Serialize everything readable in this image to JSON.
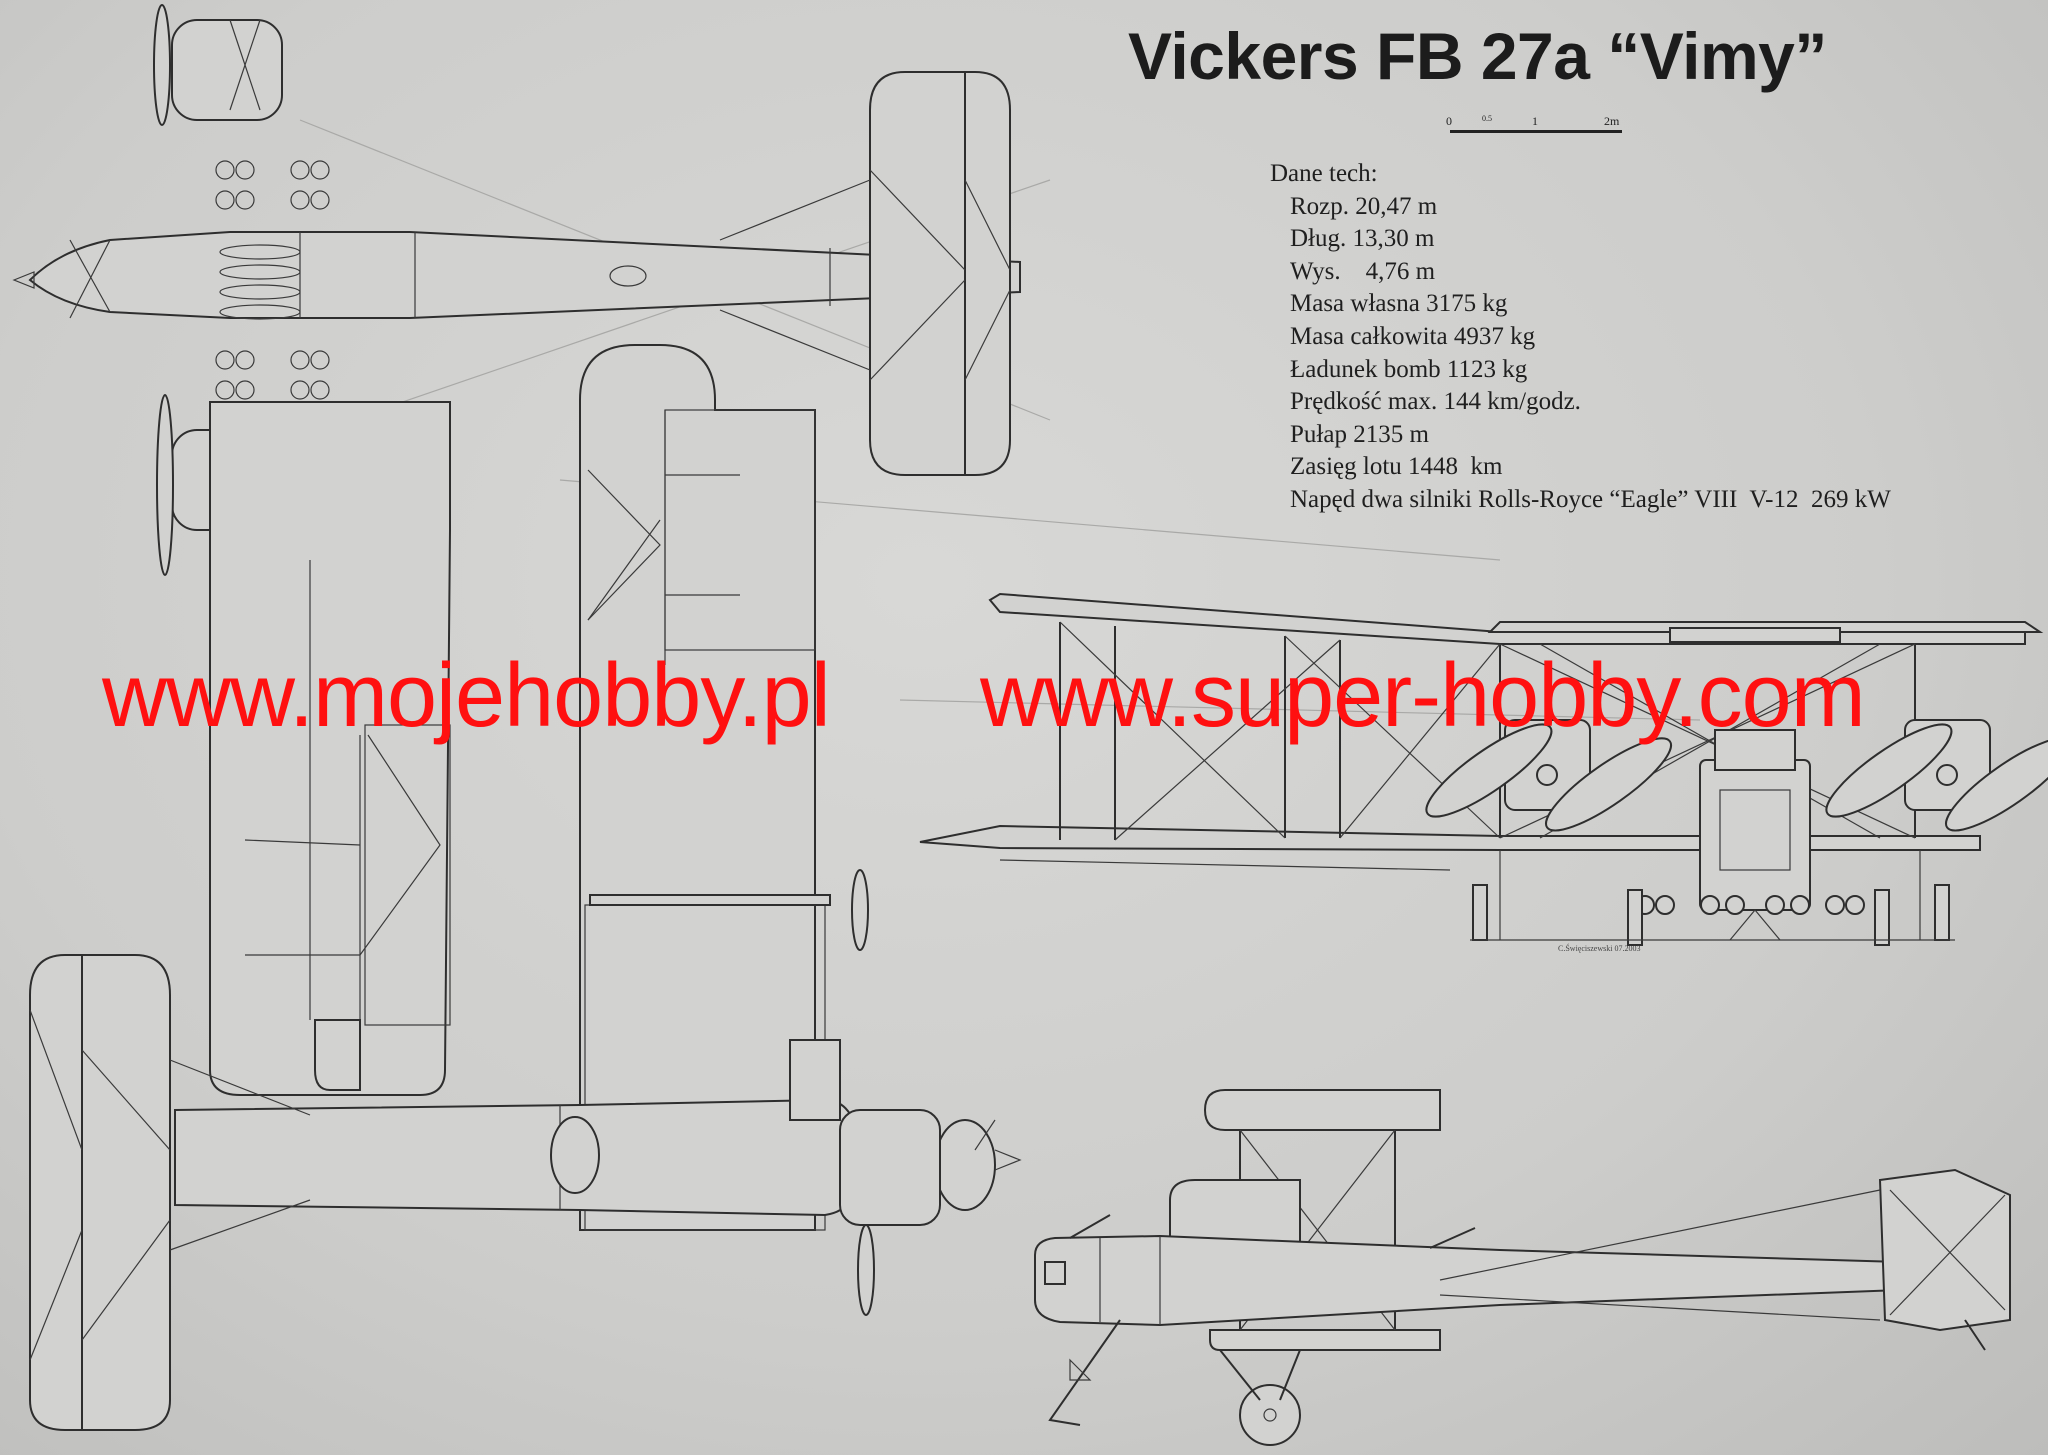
{
  "title": "Vickers FB 27a “Vimy”",
  "scale": {
    "ticks": [
      "0",
      "0.5",
      "1",
      "2m"
    ]
  },
  "specs": {
    "heading": "Dane tech:",
    "rows": [
      "Rozp. 20,47 m",
      "Dług. 13,30 m",
      "Wys.    4,76 m",
      "Masa własna 3175 kg",
      "Masa całkowita 4937 kg",
      "Ładunek bomb 1123 kg",
      "Prędkość max. 144 km/godz.",
      "Pułap 2135 m",
      "Zasięg lotu 1448  km",
      "Napęd dwa silniki Rolls-Royce “Eagle” VIII  V-12  269 kW"
    ]
  },
  "watermarks": {
    "left": "www.mojehobby.pl",
    "right": "www.super-hobby.com",
    "color": "#ff1010"
  },
  "signature": "C.Święciszewski   07.2003",
  "colors": {
    "paper": "#d2d2d0",
    "ink": "#2e2e2e"
  }
}
